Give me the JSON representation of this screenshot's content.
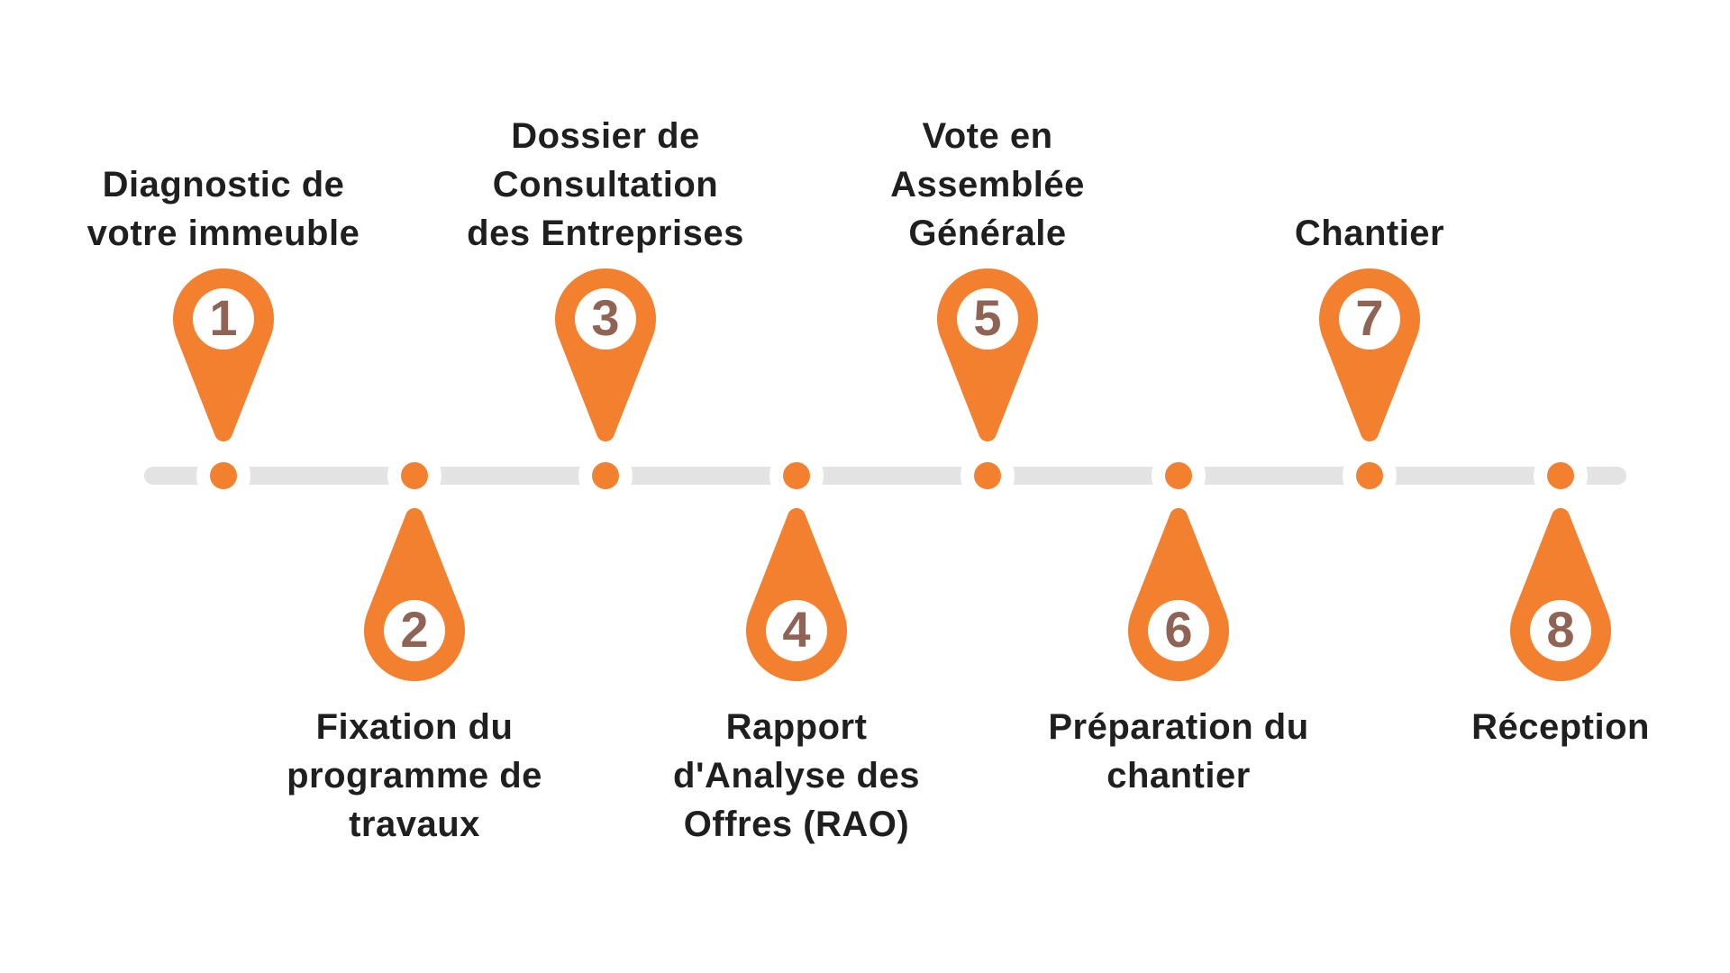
{
  "diagram_title": "",
  "colors": {
    "orange": "#F3802F",
    "brown": "#8F6454",
    "line_gray": "#E3E3E3",
    "text": "#1F1F1F",
    "background": "#FFFFFF"
  },
  "timeline": {
    "orientation": "horizontal",
    "steps": [
      {
        "number": "1",
        "side": "above",
        "label": "Diagnostic de\nvotre immeuble"
      },
      {
        "number": "2",
        "side": "below",
        "label": "Fixation du\nprogramme de\ntravaux"
      },
      {
        "number": "3",
        "side": "above",
        "label": "Dossier de\nConsultation\ndes Entreprises"
      },
      {
        "number": "4",
        "side": "below",
        "label": "Rapport\nd'Analyse des\nOffres (RAO)"
      },
      {
        "number": "5",
        "side": "above",
        "label": "Vote en\nAssemblée\nGénérale"
      },
      {
        "number": "6",
        "side": "below",
        "label": "Préparation du\nchantier"
      },
      {
        "number": "7",
        "side": "above",
        "label": "Chantier"
      },
      {
        "number": "8",
        "side": "below",
        "label": "Réception"
      }
    ]
  }
}
